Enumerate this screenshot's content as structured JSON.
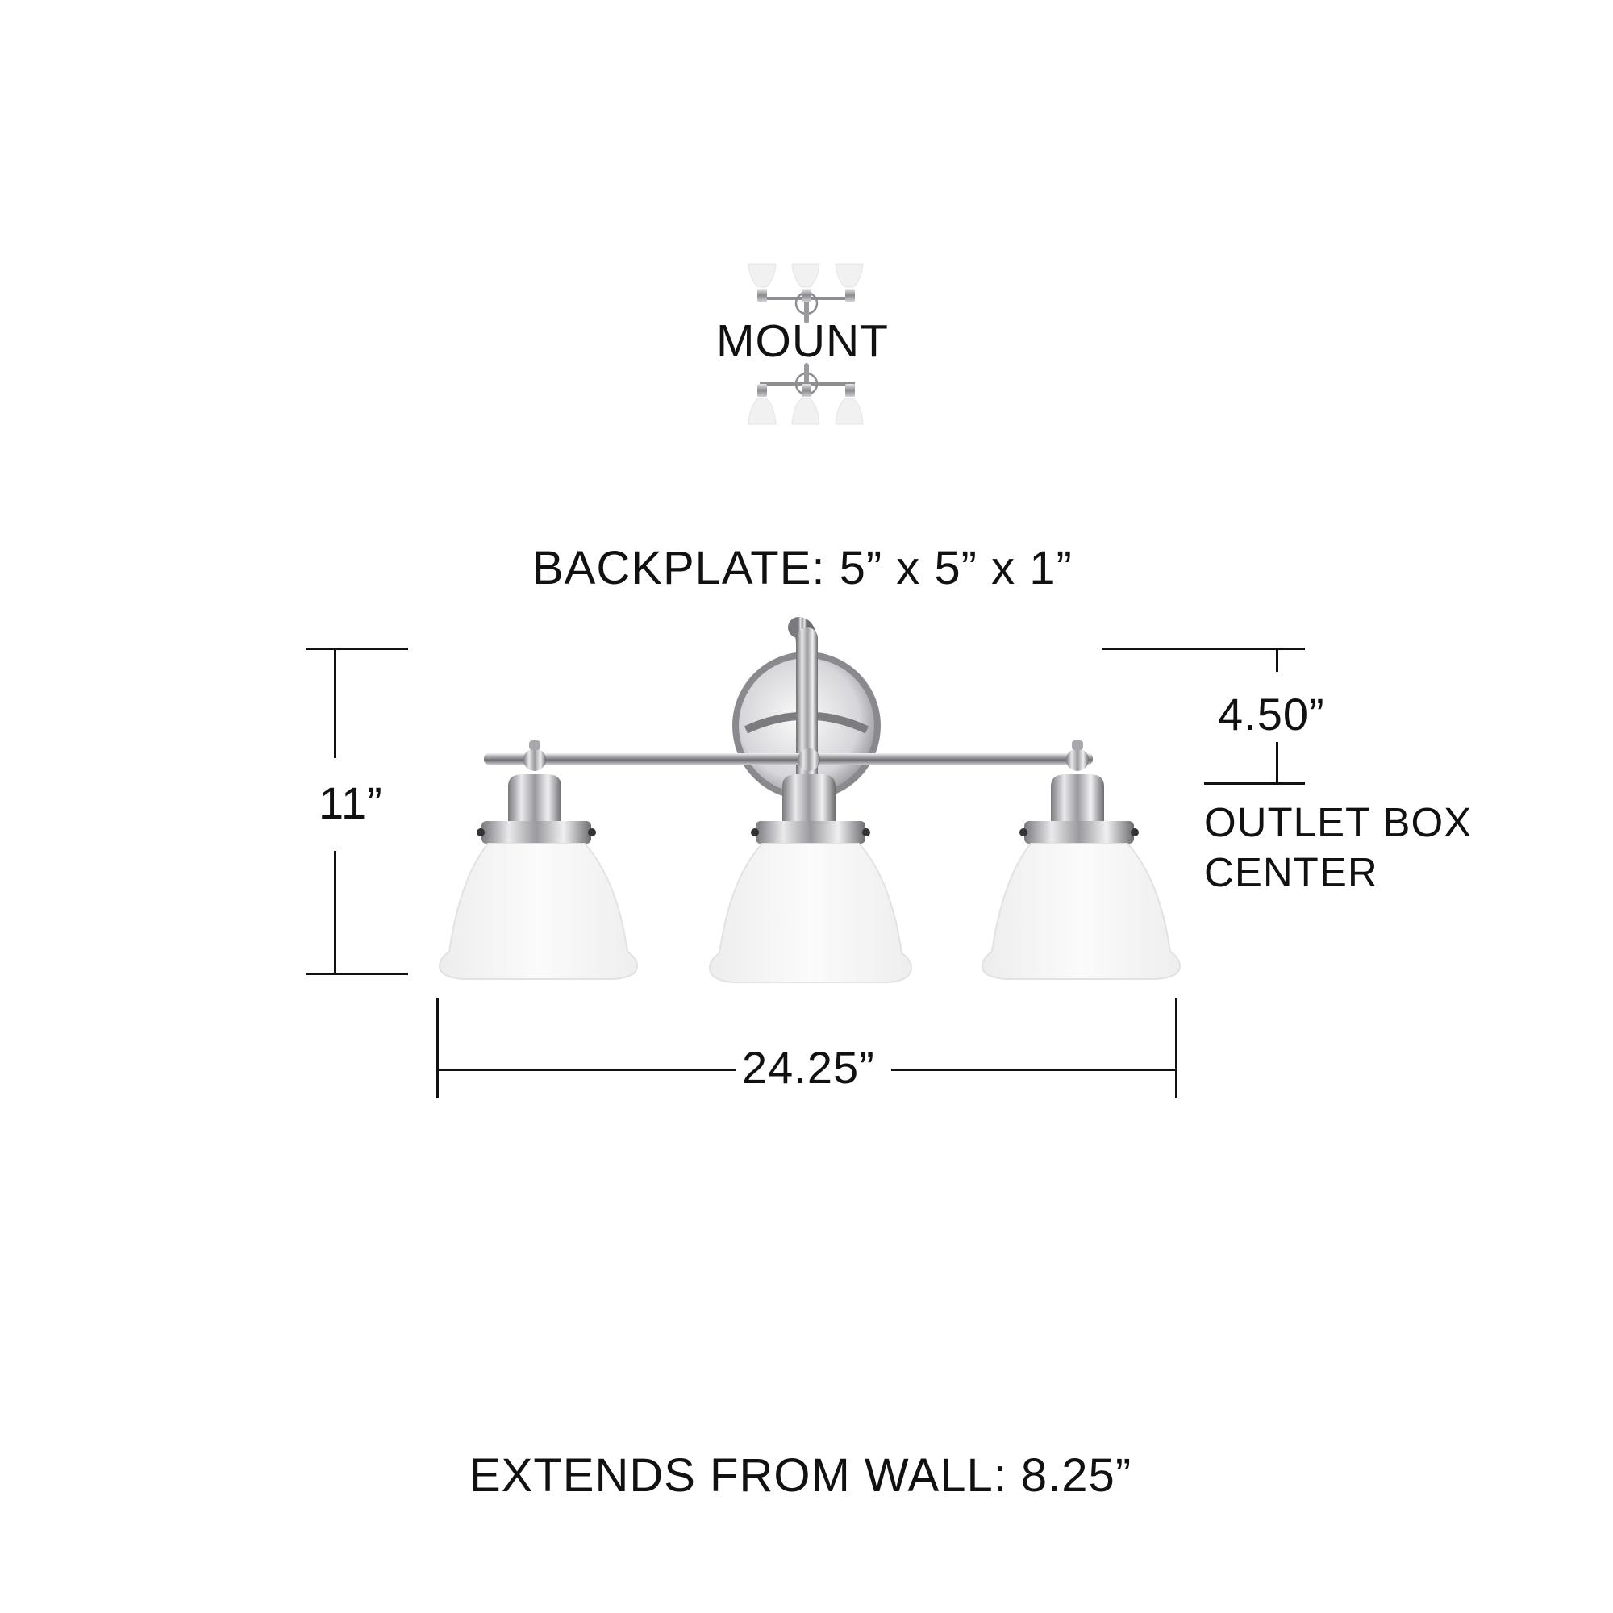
{
  "mount_section": {
    "label": "MOUNT",
    "icons": [
      {
        "name": "uplight-orientation",
        "direction": "up"
      },
      {
        "name": "downlight-orientation",
        "direction": "down"
      }
    ]
  },
  "backplate": {
    "label": "BACKPLATE: 5” x 5” x 1”"
  },
  "dimensions": {
    "height": {
      "label": "11”"
    },
    "width": {
      "label": "24.25”"
    },
    "outlet_offset": {
      "label": "4.50”",
      "caption_line1": "OUTLET BOX",
      "caption_line2": "CENTER"
    },
    "extension": {
      "label": "EXTENDS FROM WALL: 8.25”"
    }
  },
  "fixture": {
    "type": "3-light vanity / bath bar",
    "finish_color": "#b8b8bc",
    "shade_color": "#f4f4f4",
    "lamp_count": 3
  }
}
